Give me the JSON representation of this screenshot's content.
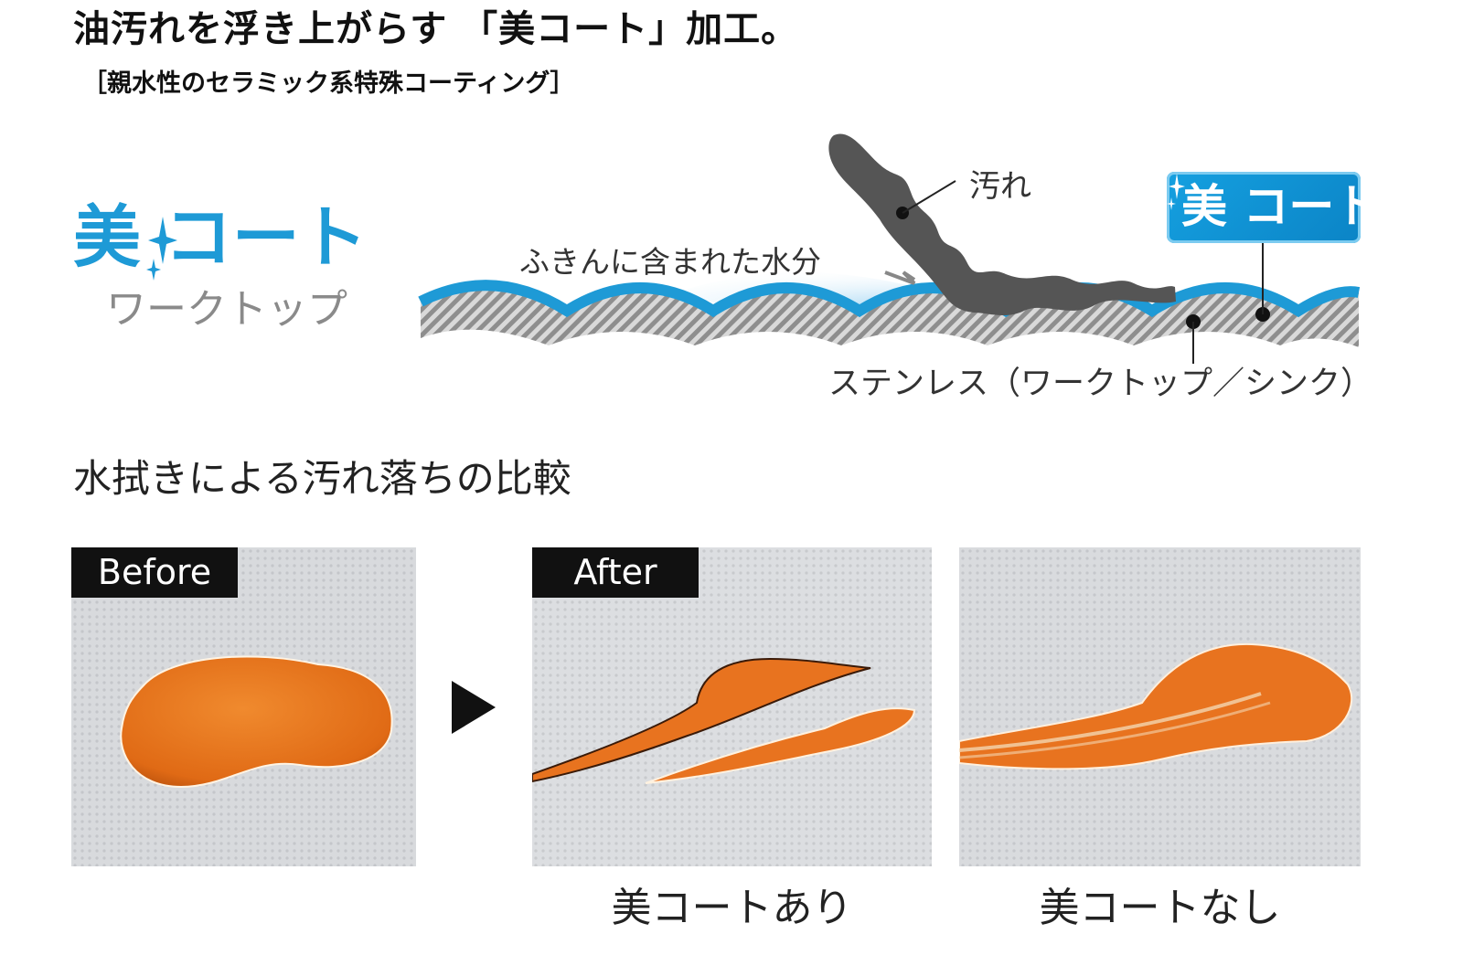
{
  "header": {
    "title": "油汚れを浮き上がらす 「美コート」加工。",
    "subtitle": "［親水性のセラミック系特殊コーティング］"
  },
  "logo": {
    "main": "美 コート",
    "sub": "ワークトップ",
    "color": "#1e9ad6"
  },
  "diagram": {
    "label_dirt": "汚れ",
    "label_water": "ふきんに含まれた水分",
    "badge": "美 コート",
    "label_stainless": "ステンレス（ワークトップ／シンク）",
    "colors": {
      "coating": "#1e9ad6",
      "dirt": "#555555",
      "steel": "#9a9a9a"
    }
  },
  "comparison": {
    "heading": "水拭きによる汚れ落ちの比較",
    "before_tag": "Before",
    "after_tag": "After",
    "caption_with": "美コートあり",
    "caption_without": "美コートなし",
    "stain_color": "#e8731f"
  }
}
